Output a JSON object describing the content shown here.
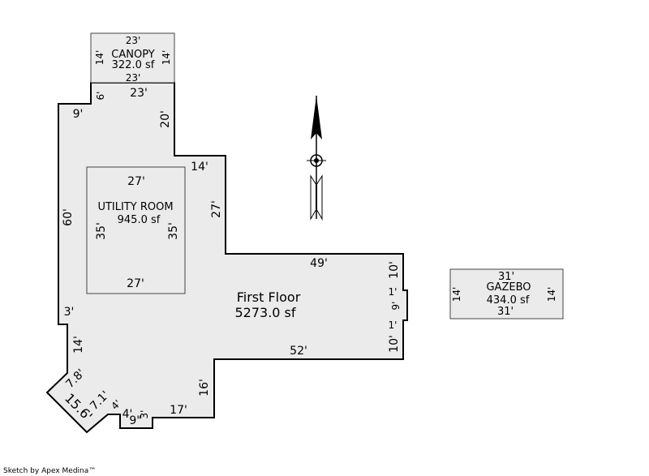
{
  "canopy": {
    "name": "CANOPY",
    "area": "322.0 sf",
    "top": "23'",
    "bottom": "23'",
    "left": "14'",
    "right": "14'"
  },
  "gazebo": {
    "name": "GAZEBO",
    "area": "434.0 sf",
    "top": "31'",
    "bottom": "31'",
    "left": "14'",
    "right": "14'"
  },
  "utility_room": {
    "name": "UTILITY ROOM",
    "area": "945.0 sf",
    "top": "27'",
    "bottom": "27'",
    "left": "35'",
    "right": "35'"
  },
  "first_floor": {
    "name": "First Floor",
    "area": "5273.0 sf",
    "dims": {
      "top_left_jog": "6'",
      "top": "23'",
      "top_left": "9'",
      "right_upper": "20'",
      "step": "14'",
      "right_mid": "27'",
      "left": "60'",
      "right_wing_top": "49'",
      "east_upper": "10'",
      "east_jog_top": "1'",
      "east_bump": "9'",
      "east_jog_bottom": "1'",
      "east_lower": "10'",
      "right_wing_bottom": "52'",
      "left_jog": "3'",
      "left_lower": "14'",
      "diag_a": "7.8'",
      "diag_b": "15.6'",
      "diag_c": "7.1'",
      "small_a": "4'",
      "small_b": "4'",
      "small_c": "9\"",
      "small_d": "3'",
      "bottom": "17'",
      "lower_right": "16'"
    }
  },
  "credit": "Sketch by Apex Medina™"
}
